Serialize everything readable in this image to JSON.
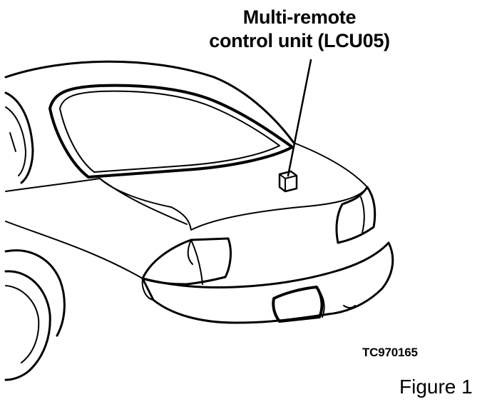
{
  "callout": {
    "line1": "Multi-remote",
    "line2": "control unit (LCU05)"
  },
  "reference_code": "TC970165",
  "caption": "Figure 1"
}
